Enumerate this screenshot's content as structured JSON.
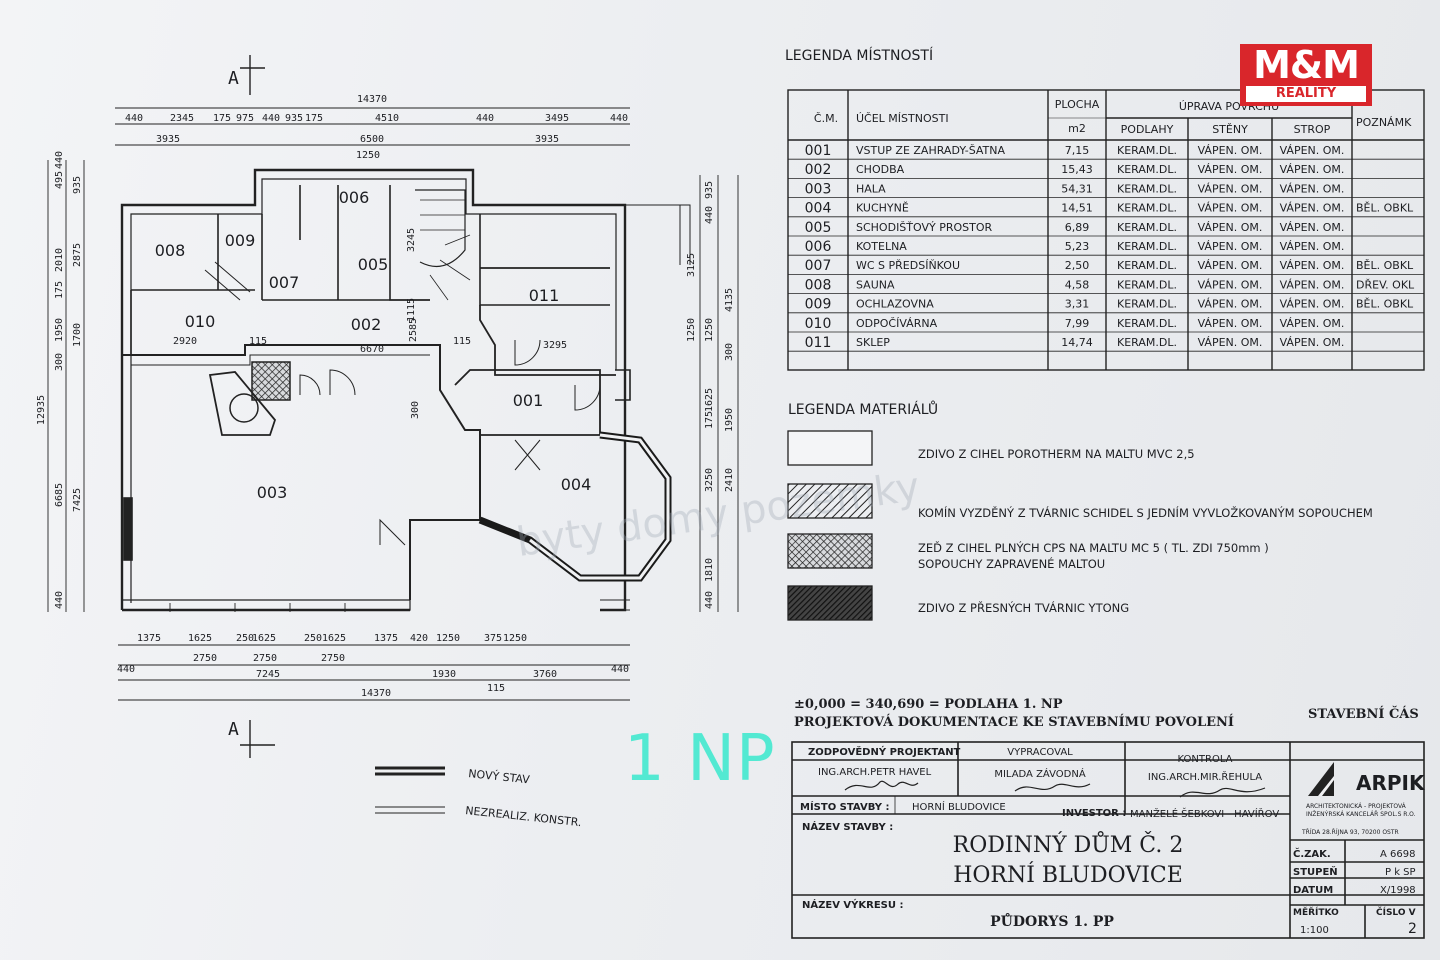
{
  "brand": {
    "logo_top": "M&M",
    "logo_bottom": "REALITY"
  },
  "plan": {
    "section_mark": "A",
    "floor_label": "1 NP",
    "watermark": "byty domy pozemky",
    "dims_top_total": "14370",
    "dims_top_row1": [
      "440",
      "2345",
      "175",
      "975",
      "440",
      "935",
      "175",
      "4510",
      "440",
      "3495",
      "440"
    ],
    "dims_top_row2": [
      "3935",
      "6500",
      "3935"
    ],
    "dim_stair": "1250",
    "dims_left": [
      "440",
      "495",
      "935",
      "2010",
      "2875",
      "175",
      "1950",
      "1700",
      "300",
      "12935",
      "6685",
      "7425",
      "440"
    ],
    "dims_right": [
      "935",
      "440",
      "3125",
      "4135",
      "1250",
      "1250",
      "300",
      "1625",
      "175",
      "1950",
      "3250",
      "2410",
      "1810",
      "440"
    ],
    "dims_bottom_row1": [
      "1375",
      "1625",
      "250",
      "1625",
      "250",
      "1625",
      "1375",
      "420",
      "1250",
      "375",
      "1250"
    ],
    "dims_bottom_row2": [
      "2750",
      "2750",
      "2750"
    ],
    "dims_bottom_row3": [
      "7245",
      "1930",
      "3760",
      "440",
      "440"
    ],
    "dim_bottom_extra": "115",
    "dims_bottom_total": "14370",
    "dims_inner": [
      "2920",
      "115",
      "6670",
      "115",
      "3295",
      "2585",
      "300",
      "3245",
      "1115"
    ],
    "rooms": [
      {
        "id": "008"
      },
      {
        "id": "009"
      },
      {
        "id": "006"
      },
      {
        "id": "005"
      },
      {
        "id": "007"
      },
      {
        "id": "010"
      },
      {
        "id": "002"
      },
      {
        "id": "011"
      },
      {
        "id": "001"
      },
      {
        "id": "003"
      },
      {
        "id": "004"
      }
    ]
  },
  "legend_rooms": {
    "title": "LEGENDA MÍSTNOSTÍ",
    "headers": {
      "num": "Č.M.",
      "purpose": "ÚČEL MÍSTNOSTI",
      "area": "PLOCHA",
      "area_unit": "m2",
      "finish": "ÚPRAVA POVRCHU",
      "floors": "PODLAHY",
      "walls": "STĚNY",
      "ceiling": "STROP",
      "note": "POZNÁMK"
    },
    "rows": [
      {
        "num": "001",
        "name": "VSTUP ZE ZAHRADY-ŠATNA",
        "area": "7,15",
        "floor": "KERAM.DL.",
        "walls": "VÁPEN. OM.",
        "ceiling": "VÁPEN. OM.",
        "note": ""
      },
      {
        "num": "002",
        "name": "CHODBA",
        "area": "15,43",
        "floor": "KERAM.DL.",
        "walls": "VÁPEN. OM.",
        "ceiling": "VÁPEN. OM.",
        "note": ""
      },
      {
        "num": "003",
        "name": "HALA",
        "area": "54,31",
        "floor": "KERAM.DL.",
        "walls": "VÁPEN. OM.",
        "ceiling": "VÁPEN. OM.",
        "note": ""
      },
      {
        "num": "004",
        "name": "KUCHYNĚ",
        "area": "14,51",
        "floor": "KERAM.DL.",
        "walls": "VÁPEN. OM.",
        "ceiling": "VÁPEN. OM.",
        "note": "BĚL. OBKL"
      },
      {
        "num": "005",
        "name": "SCHODIŠŤOVÝ PROSTOR",
        "area": "6,89",
        "floor": "KERAM.DL.",
        "walls": "VÁPEN. OM.",
        "ceiling": "VÁPEN. OM.",
        "note": ""
      },
      {
        "num": "006",
        "name": "KOTELNA",
        "area": "5,23",
        "floor": "KERAM.DL.",
        "walls": "VÁPEN. OM.",
        "ceiling": "VÁPEN. OM.",
        "note": ""
      },
      {
        "num": "007",
        "name": "WC S PŘEDSÍŇKOU",
        "area": "2,50",
        "floor": "KERAM.DL.",
        "walls": "VÁPEN. OM.",
        "ceiling": "VÁPEN. OM.",
        "note": "BĚL. OBKL"
      },
      {
        "num": "008",
        "name": "SAUNA",
        "area": "4,58",
        "floor": "KERAM.DL.",
        "walls": "VÁPEN. OM.",
        "ceiling": "VÁPEN. OM.",
        "note": "DŘEV. OKL"
      },
      {
        "num": "009",
        "name": "OCHLAZOVNA",
        "area": "3,31",
        "floor": "KERAM.DL.",
        "walls": "VÁPEN. OM.",
        "ceiling": "VÁPEN. OM.",
        "note": "BĚL. OBKL"
      },
      {
        "num": "010",
        "name": "ODPOČÍVÁRNA",
        "area": "7,99",
        "floor": "KERAM.DL.",
        "walls": "VÁPEN. OM.",
        "ceiling": "VÁPEN. OM.",
        "note": ""
      },
      {
        "num": "011",
        "name": "SKLEP",
        "area": "14,74",
        "floor": "KERAM.DL.",
        "walls": "VÁPEN. OM.",
        "ceiling": "VÁPEN. OM.",
        "note": ""
      }
    ]
  },
  "legend_materials": {
    "title": "LEGENDA MATERIÁLŮ",
    "items": [
      {
        "pattern": "plain",
        "text1": "ZDIVO Z CIHEL POROTHERM NA MALTU MVC 2,5",
        "text2": ""
      },
      {
        "pattern": "hatch",
        "text1": "KOMÍN VYZDĚNÝ Z TVÁRNIC SCHIDEL S JEDNÍM VYVLOŽKOVANÝM SOPOUCHEM",
        "text2": ""
      },
      {
        "pattern": "cross",
        "text1": "ZEĎ Z CIHEL PLNÝCH CPS NA MALTU MC 5 ( TL. ZDI 750mm )",
        "text2": "SOPOUCHY ZAPRAVENÉ MALTOU"
      },
      {
        "pattern": "dense",
        "text1": "ZDIVO Z PŘESNÝCH TVÁRNIC YTONG",
        "text2": ""
      }
    ]
  },
  "notes": {
    "level": "±0,000 = 340,690 = PODLAHA 1. NP",
    "doc": "PROJEKTOVÁ DOKUMENTACE KE STAVEBNÍMU POVOLENÍ",
    "part": "STAVEBNÍ ČÁS",
    "new_state": "NOVÝ STAV",
    "unrealized": "NEZREALIZ. KONSTR."
  },
  "title_block": {
    "resp_label": "ZODPOVĚDNÝ PROJEKTANT",
    "resp_name": "ING.ARCH.PETR HAVEL",
    "made_label": "VYPRACOVAL",
    "made_name": "MILADA ZÁVODNÁ",
    "check_label": "KONTROLA",
    "check_name": "ING.ARCH.MIR.ŘEHULA",
    "site_label": "MÍSTO STAVBY :",
    "site": "HORNÍ BLUDOVICE",
    "investor_label": "INVESTOR :",
    "investor": "MANŽELÉ ŠEBKOVI - HAVÍŘOV",
    "name_label": "NÁZEV STAVBY :",
    "name1": "RODINNÝ DŮM Č. 2",
    "name2": "HORNÍ BLUDOVICE",
    "drawing_label": "NÁZEV VÝKRESU :",
    "drawing": "PŮDORYS 1. PP",
    "company": "ARPIK",
    "company_sub1": "ARCHITEKTONICKÁ - PROJEKTOVÁ",
    "company_sub2": "INŽENÝRSKÁ KANCELÁŘ SPOL.S R.O.",
    "company_addr": "TŘÍDA 28.ŘÍJNA 93, 70200 OSTR",
    "zak_label": "Č.ZAK.",
    "zak": "A 6698",
    "stage_label": "STUPEŇ",
    "stage": "P k SP",
    "date_label": "DATUM",
    "date": "X/1998",
    "scale_label": "MĚŘÍTKO",
    "scale": "1:100",
    "sheet_label": "ČÍSLO V",
    "sheet": "2"
  }
}
